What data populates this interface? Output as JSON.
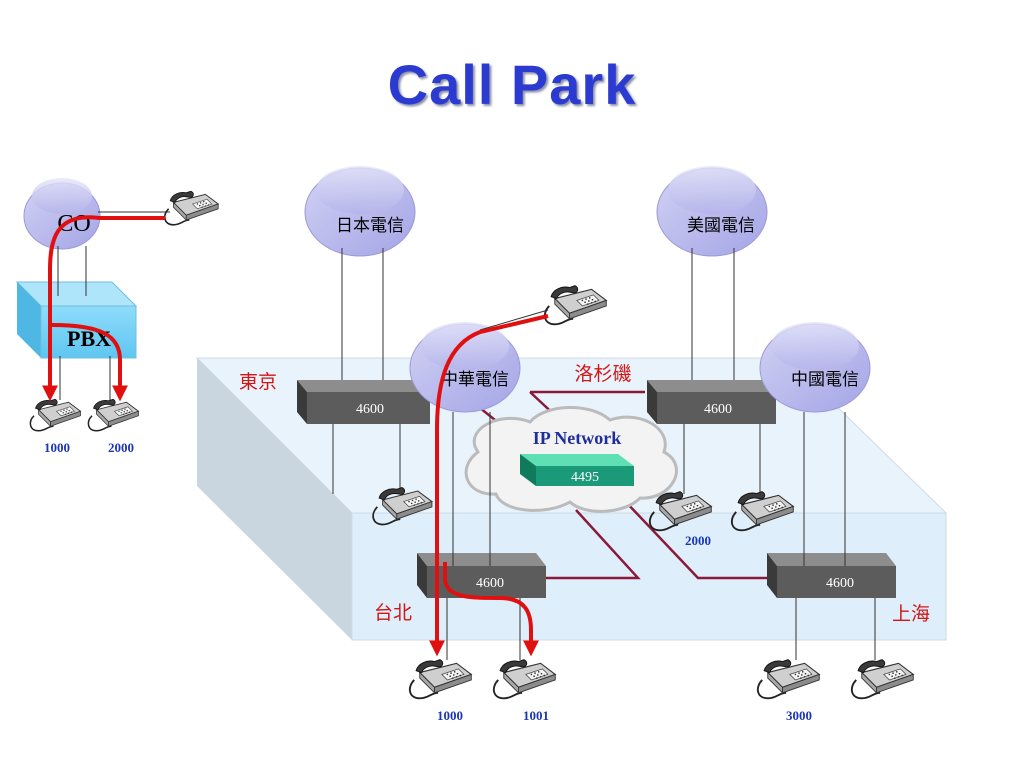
{
  "title": "Call Park",
  "pbx": {
    "co_label": "CO",
    "pbx_label": "PBX",
    "ext_left": "1000",
    "ext_right": "2000"
  },
  "carriers": {
    "japan": "日本電信",
    "usa": "美國電信",
    "taiwan": "中華電信",
    "china": "中國電信"
  },
  "cities": {
    "tokyo": "東京",
    "los_angeles": "洛杉磯",
    "taipei": "台北",
    "shanghai": "上海"
  },
  "switches": {
    "tokyo": "4600",
    "los_angeles": "4600",
    "taipei": "4600",
    "shanghai": "4600"
  },
  "ip_network": {
    "label": "IP Network",
    "device": "4495"
  },
  "extensions": {
    "los_angeles": "2000",
    "taipei_left": "1000",
    "taipei_right": "1001",
    "shanghai": "3000"
  },
  "colors": {
    "title": "#2b3bd1",
    "call_path": "#e01010",
    "wan_link": "#8b1a3a",
    "cloud_fill": "#b8b8ee",
    "switch_fill": "#5c5c5c",
    "platform": "#e8f3fb",
    "pbx_box": "#7fd3f7",
    "ip_device": "#1a9a78"
  },
  "icons": [
    "telephone-icon",
    "cloud-icon",
    "switch-icon",
    "pbx-box-icon",
    "ip-network-cloud-icon",
    "call-path-arrow"
  ]
}
